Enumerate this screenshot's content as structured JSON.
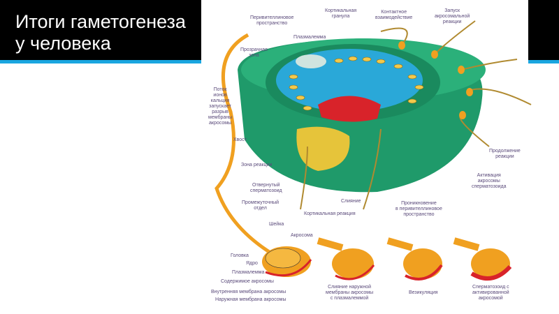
{
  "slide": {
    "title": "Итоги гаметогенеза\nу человека"
  },
  "colors": {
    "title_bg": "#000000",
    "accent": "#1aa6e0",
    "zona": "#1f9a6a",
    "cytoplasm": "#2aa8d8",
    "granule": "#f2c94c",
    "sperm": "#f0a020",
    "acrosome": "#d8232a",
    "label": "#5a4a7a"
  },
  "labels": {
    "perivitelline": "Перивителлиновое\nпространство",
    "cortical_granule": "Кортикальная\nгранула",
    "contact": "Контактное\nвзаимодействие",
    "launch": "Запуск\nакросомальной\nреакции",
    "plasmalemma_top": "Плазмалемма",
    "zona_pellucida": "Прозрачная\nзона",
    "calcium": "Поток\nионов\nкальция\nзапускает\nразрыв\nмембраны\nакросомы",
    "tail": "Хвост",
    "reaction_zone": "Зона реакции",
    "shed_sperm": "Отвернутый\nсперматозоид",
    "midpiece": "Промежуточный\nотдел",
    "neck": "Шейка",
    "continuation": "Продолжение\nреакции",
    "activation": "Активация\nакросомы\nсперматозоида",
    "fusion": "Слияние",
    "cortical_reaction": "Кортикальная реакция",
    "penetration": "Проникновение\nв перивителлиновое\nпространство",
    "acrosome": "Акросома",
    "head": "Головка",
    "nucleus": "Ядро",
    "plasmalemma": "Плазмалемма",
    "acrosome_content": "Содержимое акросомы",
    "inner_membrane": "Внутренняя мембрана акросомы",
    "outer_membrane": "Наружная мембрана акросомы",
    "stage_fusion": "Слияние наружной\nмембраны акросомы\nс плазмалеммой",
    "stage_vesiculation": "Везикуляция",
    "stage_activated": "Сперматозоид с\nактивированной\nакросомой"
  }
}
